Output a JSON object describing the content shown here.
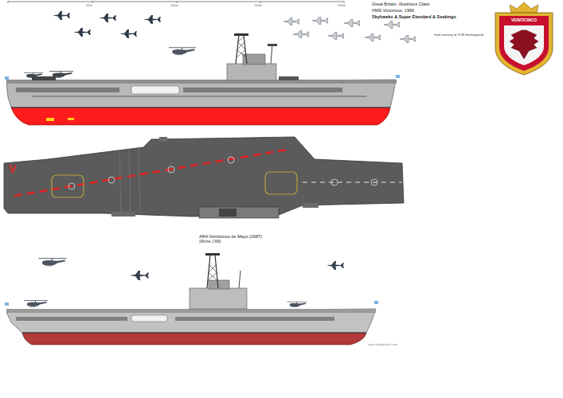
{
  "diagram": {
    "nodes": [
      {
        "text": [
          "VEINTICINCO"
        ]
      }
    ],
    "labels": [
      "Great Britain, Illustrious Class",
      "HMS Victorious, 1966",
      "Skyhawks & Super Etendard & Seakings",
      "Grid courtesy of: K.W.Vanhegaarde",
      "50m",
      "100m",
      "150m",
      "200m",
      "V",
      "ARA Veinticinco de Mayo (1987)",
      "(Michel J.Mill)",
      "www.shipbucket.com"
    ]
  }
}
